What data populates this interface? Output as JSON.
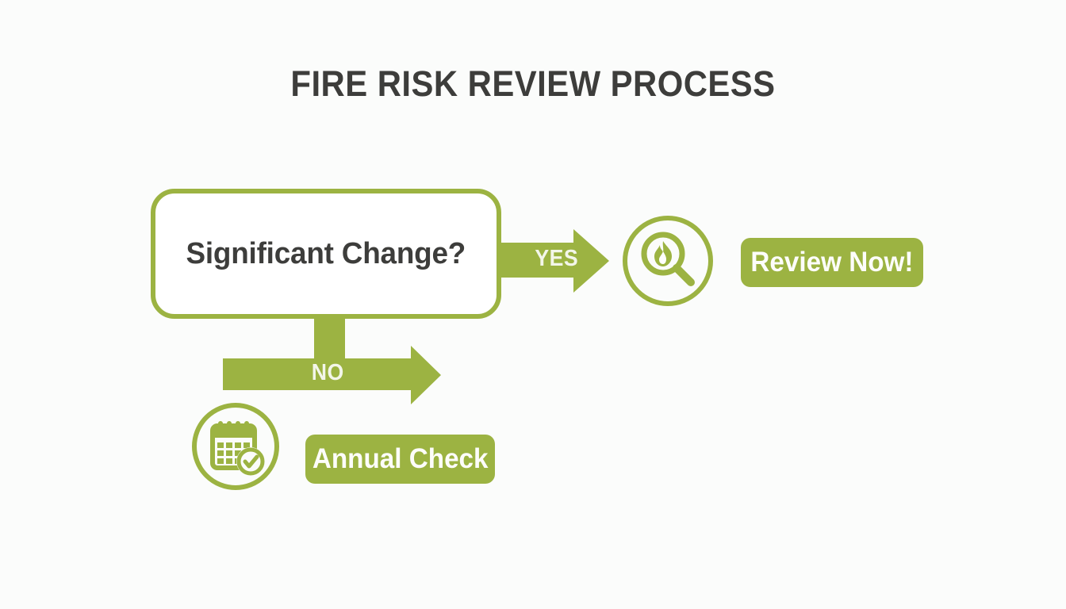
{
  "title": "FIRE RISK REVIEW PROCESS",
  "colors": {
    "accent_green": "#9CB342",
    "text_dark": "#3D3D3B",
    "badge_text": "#FDFDFA",
    "background": "#FBFCFB",
    "box_fill": "#FFFFFF"
  },
  "decision": {
    "label": "Significant Change?"
  },
  "branches": {
    "yes": {
      "label": "YES",
      "icon": "magnifier-flame-icon",
      "outcome": "Review Now!"
    },
    "no": {
      "label": "NO",
      "icon": "calendar-check-icon",
      "outcome": "Annual Check"
    }
  },
  "diagram_data": {
    "type": "flowchart",
    "orientation": "decision-with-two-branches",
    "nodes": [
      {
        "id": "decision",
        "shape": "rounded-rect-outline",
        "text": "Significant Change?"
      },
      {
        "id": "yes-icon",
        "shape": "circle-outline",
        "icon": "magnifier-flame-icon"
      },
      {
        "id": "yes-outcome",
        "shape": "rounded-rect-filled",
        "text": "Review Now!"
      },
      {
        "id": "no-icon",
        "shape": "circle-outline",
        "icon": "calendar-check-icon"
      },
      {
        "id": "no-outcome",
        "shape": "rounded-rect-filled",
        "text": "Annual Check"
      }
    ],
    "edges": [
      {
        "from": "decision",
        "to": "yes-outcome",
        "label": "YES",
        "direction": "right"
      },
      {
        "from": "decision",
        "to": "no-outcome",
        "label": "NO",
        "direction": "down-then-right"
      }
    ]
  }
}
